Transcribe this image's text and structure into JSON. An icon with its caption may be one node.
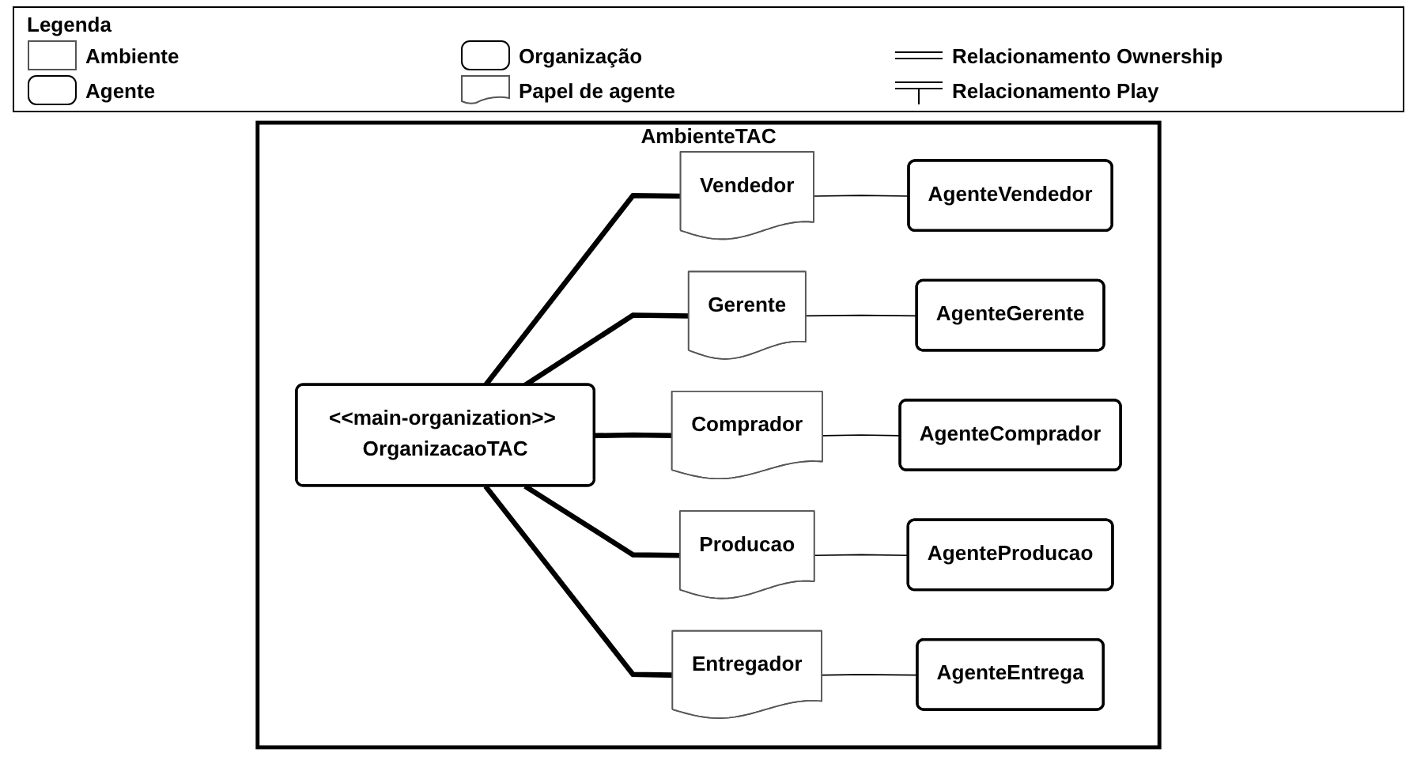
{
  "diagram": {
    "nodes": [
      {
        "text": [
          "AmbienteTAC"
        ]
      },
      {
        "text": [
          "AgenteVendedor"
        ],
        "in": 0
      },
      {
        "text": [
          "Gerente"
        ],
        "in": 0
      },
      {
        "text": [
          "AgenteGerente"
        ],
        "in": 0
      },
      {
        "text": [
          "AgenteComprador"
        ],
        "in": 0
      },
      {
        "text": [
          "Vendedor"
        ],
        "in": 0
      },
      {
        "text": [
          "<<main-organization>> OrganizacaoTAC"
        ],
        "in": 0
      },
      {
        "text": [
          "Comprador"
        ],
        "in": 0
      },
      {
        "text": [
          "Producao"
        ],
        "in": 0
      },
      {
        "text": [
          "Entregador"
        ],
        "in": 0
      },
      {
        "text": [
          "AgenteProducao"
        ],
        "in": 0
      },
      {
        "text": [
          "AgenteEntrega"
        ],
        "in": 0
      }
    ],
    "edges": [
      {
        "from": 6,
        "to": 2,
        "arrow": "none",
        "style": "thick"
      },
      {
        "from": 6,
        "to": 5,
        "arrow": "none",
        "style": "thick"
      },
      {
        "from": 6,
        "to": 7,
        "arrow": "none",
        "style": "thick"
      },
      {
        "from": 6,
        "to": 8,
        "arrow": "none",
        "style": "thick"
      },
      {
        "from": 6,
        "to": 9,
        "arrow": "none",
        "style": "thick"
      },
      {
        "from": 1,
        "to": 5,
        "arrow": "none"
      },
      {
        "from": 3,
        "to": 2,
        "arrow": "none"
      },
      {
        "from": 4,
        "to": 7,
        "arrow": "none"
      },
      {
        "from": 10,
        "to": 8,
        "arrow": "none"
      },
      {
        "from": 11,
        "to": 9,
        "arrow": "none"
      }
    ],
    "labels": [
      "Legenda"
    ],
    "legend": [
      {
        "text": "Ambiente"
      },
      {
        "text": "Organização"
      },
      {
        "text": "Relacionamento Ownership"
      },
      {
        "text": "Agente"
      },
      {
        "text": "Papel de agente"
      },
      {
        "text": "Relacionamento Play"
      }
    ]
  }
}
